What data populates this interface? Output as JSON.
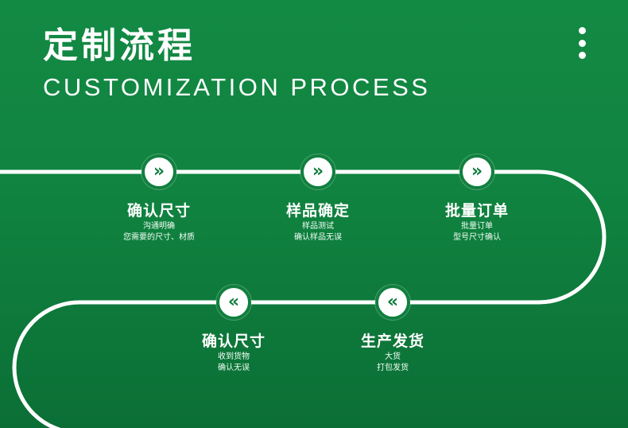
{
  "header": {
    "title_cn": "定制流程",
    "title_en": "CUSTOMIZATION PROCESS"
  },
  "menu_icon": "vertical-dots-icon",
  "colors": {
    "background": "#108340",
    "accent": "#ffffff",
    "node_arrow": "#0f7c3c"
  },
  "steps_top": [
    {
      "icon": "chevron-right-icon",
      "arrow": "»",
      "title": "确认尺寸",
      "lines": [
        "沟通明确",
        "您需要的尺寸、材质"
      ]
    },
    {
      "icon": "chevron-right-icon",
      "arrow": "»",
      "title": "样品确定",
      "lines": [
        "样品测试",
        "确认样品无误"
      ]
    },
    {
      "icon": "chevron-right-icon",
      "arrow": "»",
      "title": "批量订单",
      "lines": [
        "批量订单",
        "型号尺寸确认"
      ]
    }
  ],
  "steps_bottom": [
    {
      "icon": "chevron-left-icon",
      "arrow": "«",
      "title": "确认尺寸",
      "lines": [
        "收到货物",
        "确认无误"
      ]
    },
    {
      "icon": "chevron-left-icon",
      "arrow": "«",
      "title": "生产发货",
      "lines": [
        "大货",
        "打包发货"
      ]
    }
  ]
}
